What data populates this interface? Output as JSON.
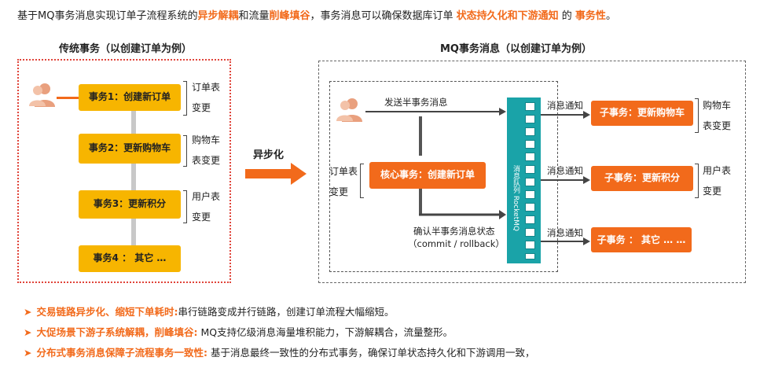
{
  "intro": {
    "p1": "基于MQ事务消息实现订单子流程系统的",
    "h1": "异步解耦",
    "p2": "和流量",
    "h2": "削峰填谷",
    "p3": "，事务消息可以确保数据库订单 ",
    "h3": "状态持久化和下游通知",
    "p4": " 的 ",
    "h4": "事务性",
    "p5": "。"
  },
  "left": {
    "title": "传统事务（以创建订单为例）",
    "steps": [
      {
        "label": "事务1：创建新订单",
        "note": "订单表变更"
      },
      {
        "label": "事务2：更新购物车",
        "note": "购物车表变更"
      },
      {
        "label": "事务3：更新积分",
        "note": "用户表变更"
      },
      {
        "label": "事务4 ： 其它 …",
        "note": ""
      }
    ]
  },
  "middle": {
    "arrow_label": "异步化"
  },
  "right": {
    "title": "MQ事务消息（以创建订单为例）",
    "send_label": "发送半事务消息",
    "core_label": "核心事务：创建新订单",
    "core_note": "订单表变更",
    "confirm_line1": "确认半事务消息状态",
    "confirm_line2": "（commit / rollback）",
    "queue_label": "消息队列 RocketMQ",
    "notify_label": "消息通知",
    "subs": [
      {
        "label": "子事务：更新购物车",
        "note": "购物车表变更"
      },
      {
        "label": "子事务：更新积分",
        "note": "用户表变更"
      },
      {
        "label": "子事务 ： 其它 … …",
        "note": ""
      }
    ]
  },
  "bullets": [
    {
      "head": "交易链路异步化、缩短下单耗时:",
      "body": "串行链路变成并行链路，创建订单流程大幅缩短。"
    },
    {
      "head": "大促场景下游子系统解耦，削峰填谷:",
      "body": " MQ支持亿级消息海量堆积能力，下游解耦合，流量整形。"
    },
    {
      "head": "分布式事务消息保障子流程事务一致性:",
      "body": " 基于消息最终一致性的分布式事务，确保订单状态持久化和下游调用一致，"
    }
  ],
  "colors": {
    "orange": "#f26a1b",
    "yellow": "#f7b500",
    "teal": "#1aa3a8",
    "red_border": "#e0443a",
    "avatar": "#e9a07e"
  }
}
